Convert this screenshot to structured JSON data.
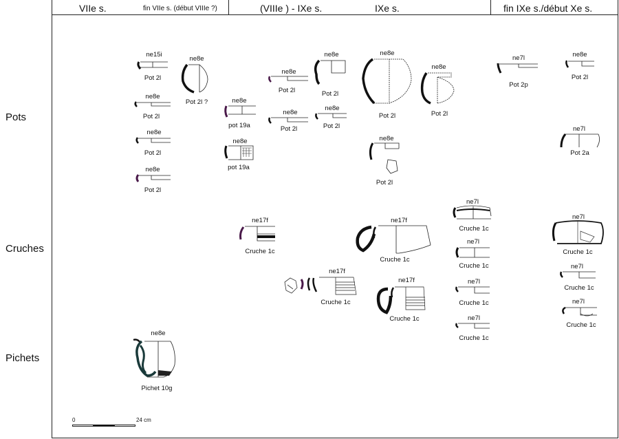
{
  "header": {
    "col1": "VIIe s.",
    "col1b": "fin VIIe s. (début VIIIe ?)",
    "col2": "(VIIIe ) - IXe s.",
    "col2b": "IXe s.",
    "col3": "fin IXe s./début Xe s."
  },
  "rows": {
    "pots": "Pots",
    "cruches": "Cruches",
    "pichets": "Pichets"
  },
  "items": [
    {
      "code": "ne15i",
      "label": "Pot 2l"
    },
    {
      "code": "ne8e",
      "label": "Pot 2l ?"
    },
    {
      "code": "ne8e",
      "label": "Pot 2l"
    },
    {
      "code": "ne8e",
      "label": "Pot 2l"
    },
    {
      "code": "ne8e",
      "label": "Pot 2l"
    },
    {
      "code": "ne8e",
      "label": "pot 19a"
    },
    {
      "code": "ne8e",
      "label": "pot 19a"
    },
    {
      "code": "ne8e",
      "label": "Pot 2l"
    },
    {
      "code": "ne8e",
      "label": "Pot 2l"
    },
    {
      "code": "ne8e",
      "label": "Pot 2l"
    },
    {
      "code": "ne8e",
      "label": "Pot 2l"
    },
    {
      "code": "ne8e",
      "label": "Pot 2l"
    },
    {
      "code": "ne8e",
      "label": "Pot 2l"
    },
    {
      "code": "ne8e",
      "label": "Pot 2l"
    },
    {
      "code": "ne7l",
      "label": "Pot 2p"
    },
    {
      "code": "ne8e",
      "label": "Pot 2l"
    },
    {
      "code": "ne7l",
      "label": "Pot 2a"
    },
    {
      "code": "ne17f",
      "label": "Cruche 1c"
    },
    {
      "code": "ne17f",
      "label": "Cruche 1c"
    },
    {
      "code": "ne17f",
      "label": "Cruche 1c"
    },
    {
      "code": "ne17f",
      "label": "Cruche 1c"
    },
    {
      "code": "ne7l",
      "label": "Cruche 1c"
    },
    {
      "code": "ne7l",
      "label": "Cruche 1c"
    },
    {
      "code": "ne7l",
      "label": "Cruche 1c"
    },
    {
      "code": "ne7l",
      "label": "Cruche 1c"
    },
    {
      "code": "ne7l",
      "label": "Cruche 1c"
    },
    {
      "code": "ne7l",
      "label": "Cruche 1c"
    },
    {
      "code": "ne7l",
      "label": "Cruche 1c"
    },
    {
      "code": "ne8e",
      "label": "Pichet 10g"
    }
  ],
  "scale": {
    "start": "0",
    "end": "24 cm"
  }
}
